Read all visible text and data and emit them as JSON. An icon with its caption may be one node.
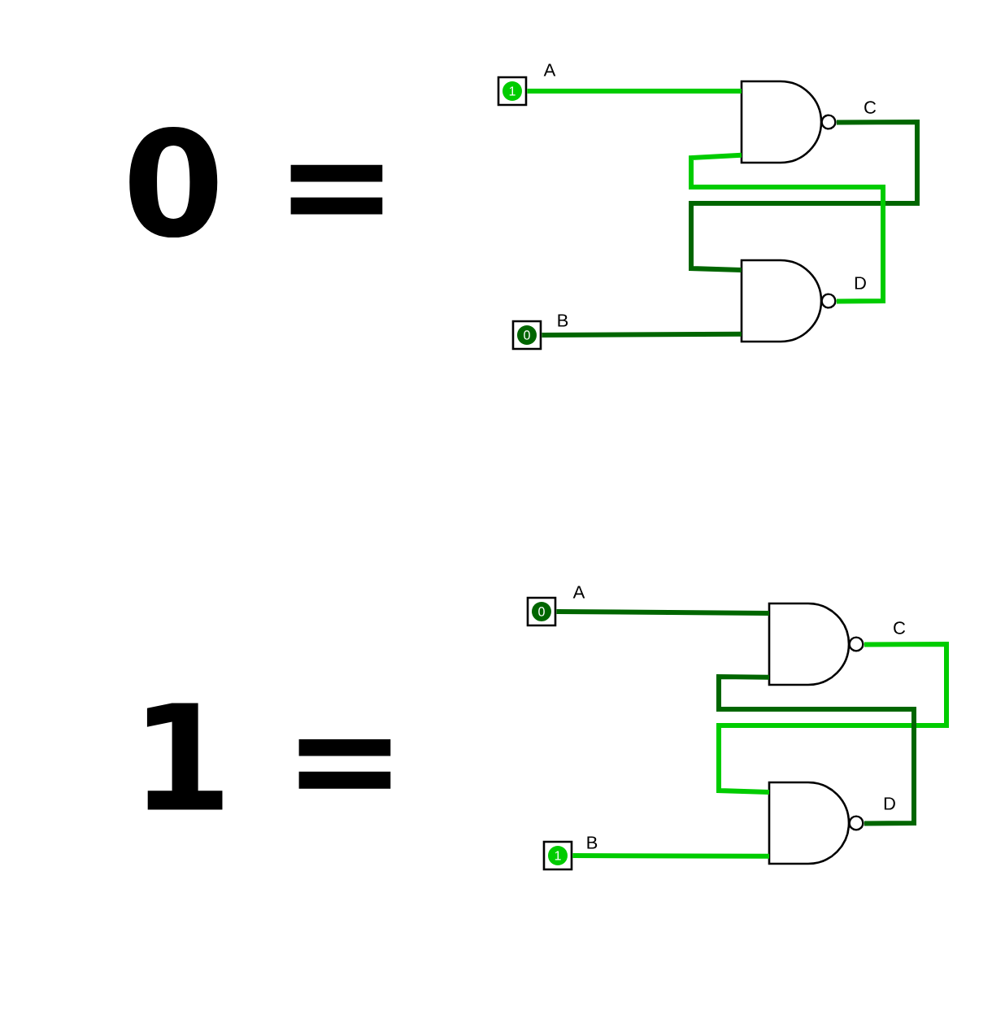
{
  "diagram": {
    "nodes": [
      {
        "text": [
          "1"
        ],
        "beside": [
          "A"
        ]
      },
      {
        "text": [],
        "shape": "gate",
        "beside": [
          "C"
        ]
      },
      {
        "text": [],
        "shape": "gate",
        "beside": [
          "D"
        ]
      },
      {
        "text": [
          "0"
        ],
        "beside": [
          "B"
        ]
      },
      {
        "text": [
          "0"
        ],
        "beside": [
          "A"
        ]
      },
      {
        "text": [],
        "shape": "gate",
        "beside": [
          "C"
        ]
      },
      {
        "text": [],
        "shape": "gate",
        "beside": [
          "D"
        ]
      },
      {
        "text": [
          "1"
        ],
        "beside": [
          "B"
        ]
      }
    ],
    "edges": [
      {
        "from": 0,
        "to": 1,
        "arrow": "none",
        "color": "#00cc00"
      },
      {
        "from": 1,
        "to": 2,
        "arrow": "none",
        "color": "#006600"
      },
      {
        "from": 2,
        "to": 1,
        "arrow": "none",
        "color": "#00cc00"
      },
      {
        "from": 3,
        "to": 2,
        "arrow": "none",
        "color": "#006600"
      },
      {
        "from": 4,
        "to": 5,
        "arrow": "none",
        "color": "#006600"
      },
      {
        "from": 5,
        "to": 6,
        "arrow": "none",
        "color": "#00cc00"
      },
      {
        "from": 6,
        "to": 5,
        "arrow": "none",
        "color": "#006600"
      },
      {
        "from": 7,
        "to": 6,
        "arrow": "none",
        "color": "#00cc00"
      }
    ],
    "labels": [
      "0 =",
      "1 ="
    ]
  }
}
